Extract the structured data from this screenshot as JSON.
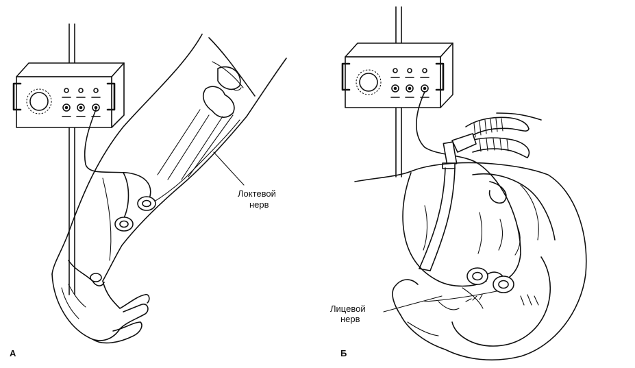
{
  "panels": {
    "a": {
      "letter": "А",
      "label_line1": "Локтевой",
      "label_line2": "нерв"
    },
    "b": {
      "letter": "Б",
      "label_line1": "Лицевой",
      "label_line2": "нерв"
    }
  }
}
